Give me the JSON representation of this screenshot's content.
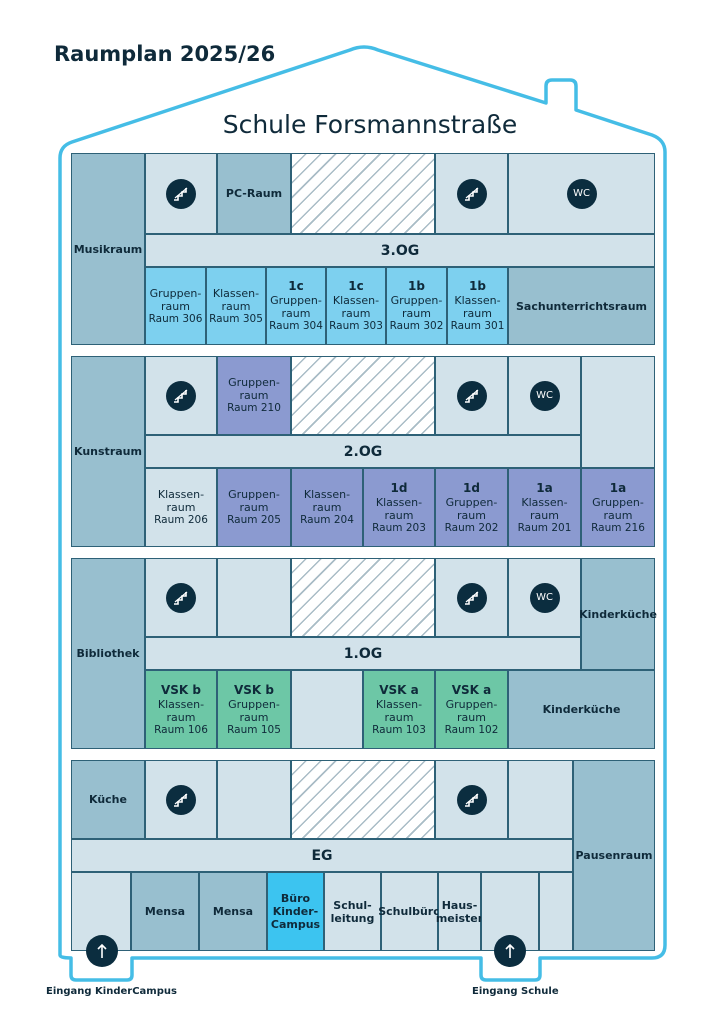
{
  "header": {
    "title": "Raumplan 2025/26",
    "school": "Schule Forsmannstraße"
  },
  "icons": {
    "stairs": "stairs-icon",
    "wc": "WC",
    "entry": "arrow-up-icon"
  },
  "colors": {
    "outline": "#45bde6",
    "border": "#2e6177",
    "base": "#d2e2ea",
    "gray": "#98bfcf",
    "cyan": "#7dd0ef",
    "purple": "#8b9ad0",
    "green": "#6dc7a6",
    "bright": "#3cc4f0",
    "dark": "#0b2d3f"
  },
  "floor3": {
    "side": "Musikraum",
    "pc": "PC-Raum",
    "corridor": "3.OG",
    "sach": "Sachunterrichtsraum",
    "rooms": [
      {
        "grade": "",
        "l1": "Gruppen-",
        "l2": "raum",
        "room": "Raum 306"
      },
      {
        "grade": "",
        "l1": "Klassen-",
        "l2": "raum",
        "room": "Raum 305"
      },
      {
        "grade": "1c",
        "l1": "Gruppen-",
        "l2": "raum",
        "room": "Raum 304"
      },
      {
        "grade": "1c",
        "l1": "Klassen-",
        "l2": "raum",
        "room": "Raum 303"
      },
      {
        "grade": "1b",
        "l1": "Gruppen-",
        "l2": "raum",
        "room": "Raum 302"
      },
      {
        "grade": "1b",
        "l1": "Klassen-",
        "l2": "raum",
        "room": "Raum 301"
      }
    ]
  },
  "floor2": {
    "side": "Kunstraum",
    "top_group": {
      "l1": "Gruppen-",
      "l2": "raum",
      "room": "Raum 210"
    },
    "corridor": "2.OG",
    "rooms": [
      {
        "grade": "",
        "l1": "Klassen-",
        "l2": "raum",
        "room": "Raum 206"
      },
      {
        "grade": "",
        "l1": "Gruppen-",
        "l2": "raum",
        "room": "Raum 205"
      },
      {
        "grade": "",
        "l1": "Klassen-",
        "l2": "raum",
        "room": "Raum 204"
      },
      {
        "grade": "1d",
        "l1": "Klassen-",
        "l2": "raum",
        "room": "Raum 203"
      },
      {
        "grade": "1d",
        "l1": "Gruppen-",
        "l2": "raum",
        "room": "Raum 202"
      },
      {
        "grade": "1a",
        "l1": "Klassen-",
        "l2": "raum",
        "room": "Raum 201"
      },
      {
        "grade": "1a",
        "l1": "Gruppen-",
        "l2": "raum",
        "room": "Raum 216"
      }
    ]
  },
  "floor1": {
    "side": "Bibliothek",
    "kitchen_top": "Kinderküche",
    "corridor": "1.OG",
    "kitchen_bottom": "Kinderküche",
    "rooms": [
      {
        "grade": "VSK b",
        "l1": "Klassen-",
        "l2": "raum",
        "room": "Raum 106"
      },
      {
        "grade": "VSK b",
        "l1": "Gruppen-",
        "l2": "raum",
        "room": "Raum 105"
      },
      {
        "grade": "VSK a",
        "l1": "Klassen-",
        "l2": "raum",
        "room": "Raum 103"
      },
      {
        "grade": "VSK a",
        "l1": "Gruppen-",
        "l2": "raum",
        "room": "Raum 102"
      }
    ]
  },
  "ground": {
    "kitchen": "Küche",
    "corridor": "EG",
    "pause": "Pausenraum",
    "mensa1": "Mensa",
    "mensa2": "Mensa",
    "buero": {
      "l1": "Büro",
      "l2": "Kinder-",
      "l3": "Campus"
    },
    "schulleitung": {
      "l1": "Schul-",
      "l2": "leitung"
    },
    "schulbuero": "Schulbüro",
    "hausmeister": {
      "l1": "Haus-",
      "l2": "meister"
    }
  },
  "entrances": {
    "left": "Eingang KinderCampus",
    "right": "Eingang Schule"
  }
}
